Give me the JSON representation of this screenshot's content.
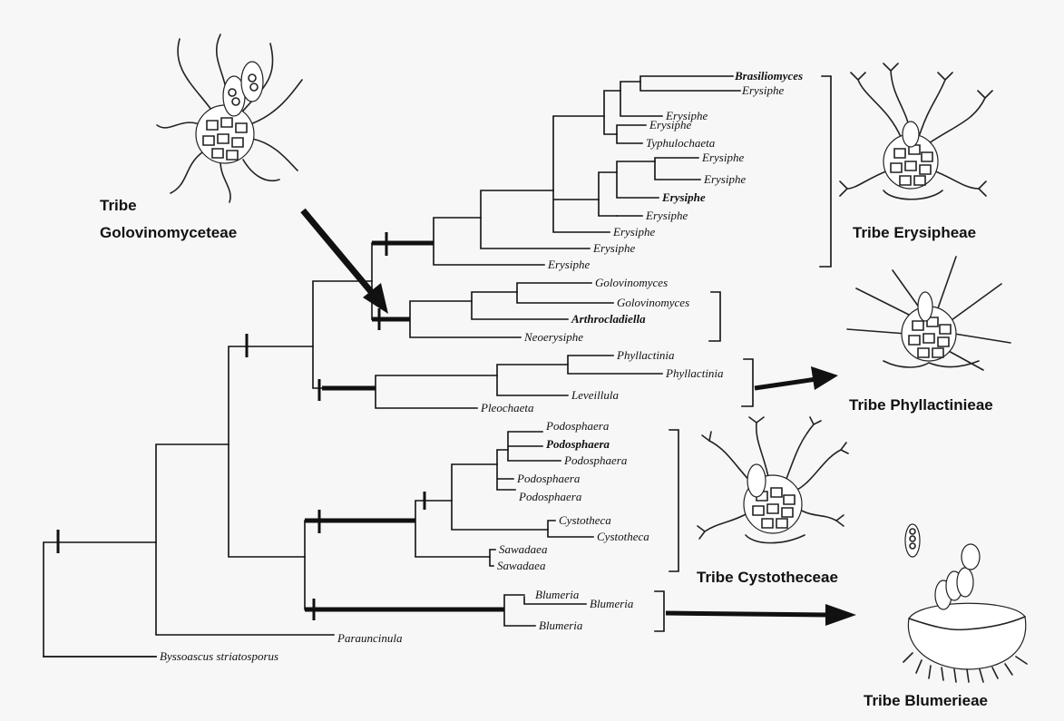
{
  "diagram": {
    "taxa": {
      "brasiliomyces": "Brasiliomyces",
      "erysiphe": "Erysiphe",
      "typhulochaeta": "Typhulochaeta",
      "golovinomyces": "Golovinomyces",
      "arthrocladiella": "Arthrocladiella",
      "neoerysiphe": "Neoerysiphe",
      "phyllactinia": "Phyllactinia",
      "leveillula": "Leveillula",
      "pleochaeta": "Pleochaeta",
      "podosphaera": "Podosphaera",
      "cystotheca": "Cystotheca",
      "sawadaea": "Sawadaea",
      "blumeria": "Blumeria",
      "parauncinula": "Parauncinula",
      "byssoascus": "Byssoascus striatosporus"
    },
    "tribes": {
      "golovinomyceteae_line1": "Tribe",
      "golovinomyceteae_line2": "Golovinomyceteae",
      "erysipheae": "Tribe Erysipheae",
      "phyllactinieae": "Tribe Phyllactinieae",
      "cystotheceae": "Tribe Cystotheceae",
      "blumerieae": "Tribe Blumerieae"
    },
    "colors": {
      "ink": "#111111",
      "background": "#f7f7f7"
    },
    "icons": [
      "erysiphe-chasmothecium-icon",
      "golovinomyces-chasmothecium-icon",
      "phyllactinia-chasmothecium-icon",
      "cystotheca-chasmothecium-icon",
      "blumeria-chasmothecium-icon",
      "ascus-icon"
    ]
  }
}
